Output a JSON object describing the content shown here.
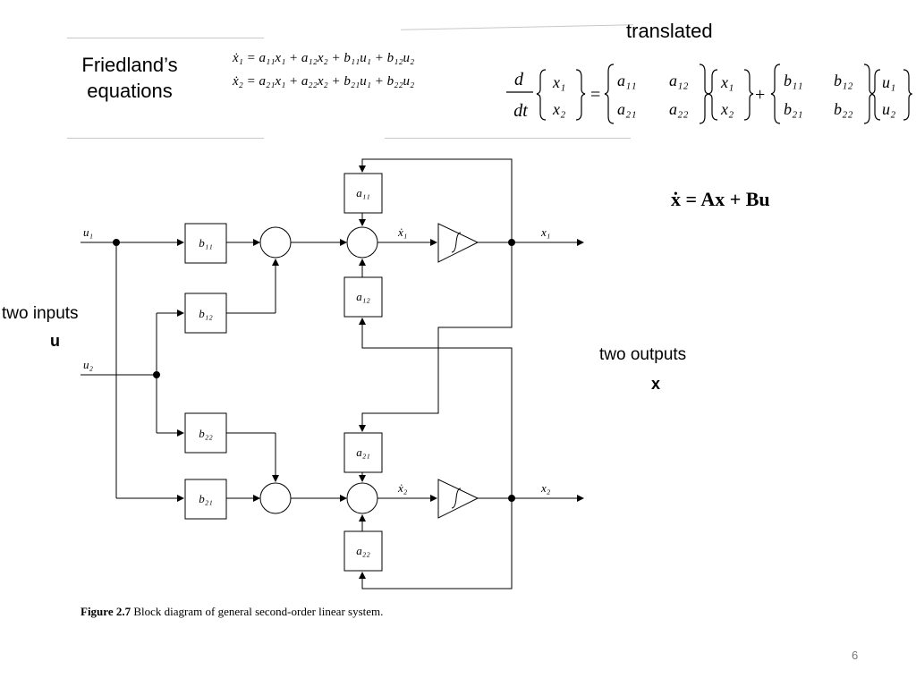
{
  "slide": {
    "title_line1": "Friedland’s",
    "title_line2": "equations",
    "translated_label": "translated",
    "page_number": "6"
  },
  "equations": {
    "scalar_1": "ẋ₁ = a₁₁x₁ + a₁₂x₂ + b₁₁u₁ + b₁₂u₂",
    "scalar_2": "ẋ₂ = a₂₁x₁ + a₂₂x₂ + b₂₁u₁ + b₂₂u₂",
    "matrix_d": "d",
    "matrix_dt": "dt",
    "state_space": "ẋ = Ax + Bu"
  },
  "annotations": {
    "inputs_label": "two inputs",
    "inputs_var": "u",
    "outputs_label": "two outputs",
    "outputs_var": "x"
  },
  "diagram": {
    "caption_prefix": "Figure 2.7",
    "caption_text": "Block diagram of general second-order linear system.",
    "signals": {
      "u1": "u₁",
      "u2": "u₂",
      "x1": "x₁",
      "x2": "x₂",
      "x1dot": "ẋ₁",
      "x2dot": "ẋ₂"
    },
    "blocks": {
      "b11": "b₁₁",
      "b12": "b₁₂",
      "b21": "b₂₁",
      "b22": "b₂₂",
      "a11": "a₁₁",
      "a12": "a₁₂",
      "a21": "a₂₁",
      "a22": "a₂₂"
    }
  }
}
